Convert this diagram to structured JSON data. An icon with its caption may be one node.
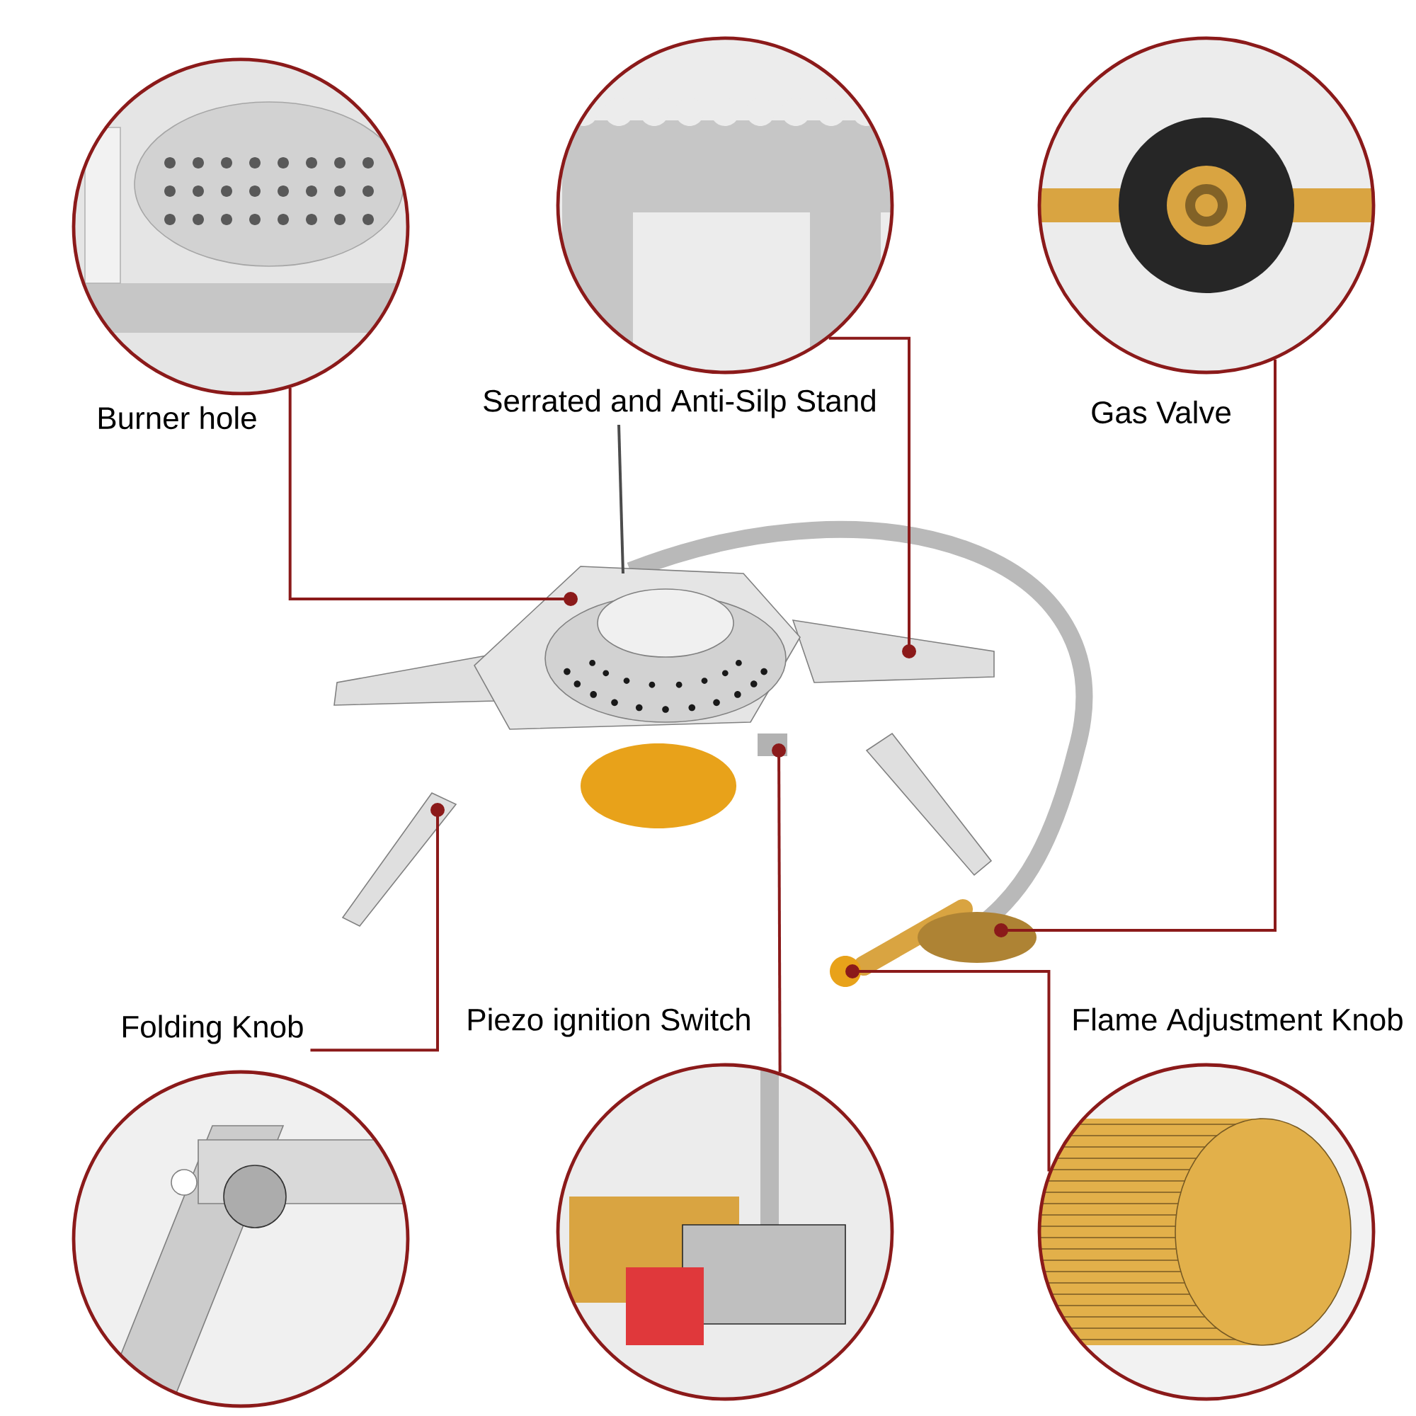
{
  "diagram": {
    "nodes": [
      {
        "text": [
          "Burner hole"
        ]
      },
      {
        "text": [
          "Serrated and Anti-Silp Stand"
        ]
      },
      {
        "text": [
          "Gas Valve"
        ]
      },
      {
        "text": [
          "Folding Knob"
        ]
      },
      {
        "text": [
          "Piezo ignition Switch"
        ]
      },
      {
        "text": [
          "Flame Adjustment Knob"
        ]
      }
    ],
    "edges": [
      {
        "from": 0,
        "to": null,
        "arrow": "other"
      },
      {
        "from": 1,
        "to": null,
        "arrow": "other"
      },
      {
        "from": 2,
        "to": null,
        "arrow": "other"
      },
      {
        "from": 3,
        "to": null,
        "arrow": "other"
      },
      {
        "from": 4,
        "to": null,
        "arrow": "other"
      },
      {
        "from": 5,
        "to": null,
        "arrow": "other"
      }
    ]
  }
}
